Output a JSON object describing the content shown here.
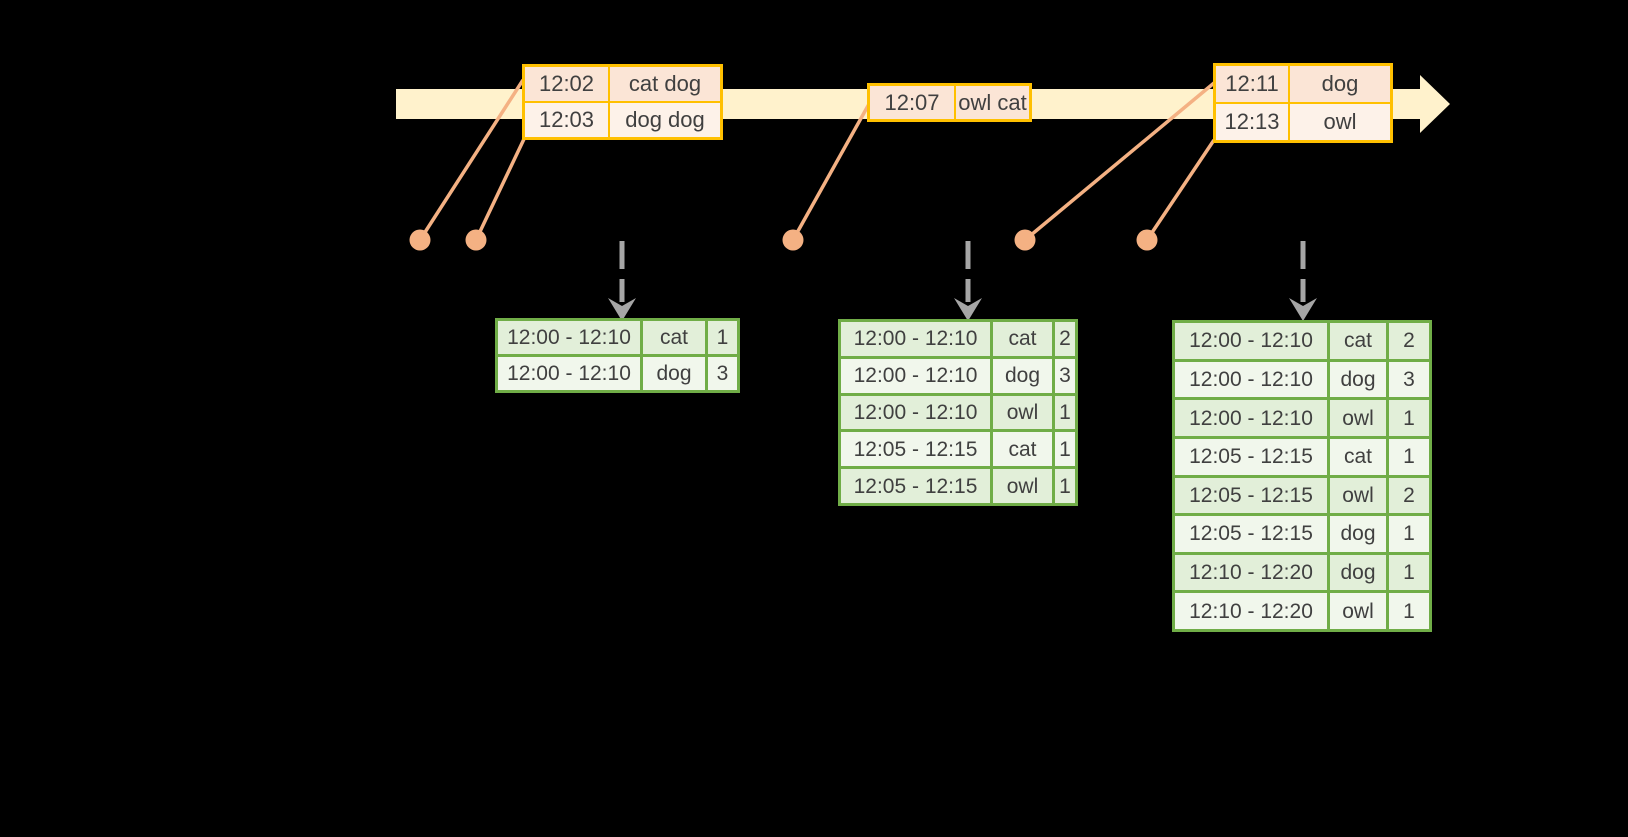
{
  "colors": {
    "background": "#000000",
    "timeline_fill": "#FFF2CC",
    "event_border": "#FFC000",
    "event_row_dark": "#FBE5D6",
    "event_row_light": "#FDF2E9",
    "connector": "#F4B183",
    "result_border": "#70AD47",
    "result_row_dark": "#E2EFD9",
    "result_row_light": "#F1F7EC",
    "trigger_arrow": "#A6A6A6",
    "text": "#404040"
  },
  "timeline": {
    "event_groups": [
      {
        "events": [
          {
            "time": "12:02",
            "words": "cat dog"
          },
          {
            "time": "12:03",
            "words": "dog dog"
          }
        ]
      },
      {
        "events": [
          {
            "time": "12:07",
            "words": "owl cat"
          }
        ]
      },
      {
        "events": [
          {
            "time": "12:11",
            "words": "dog"
          },
          {
            "time": "12:13",
            "words": "owl"
          }
        ]
      }
    ]
  },
  "result_tables": [
    {
      "rows": [
        {
          "window": "12:00 - 12:10",
          "word": "cat",
          "count": "1"
        },
        {
          "window": "12:00 - 12:10",
          "word": "dog",
          "count": "3"
        }
      ]
    },
    {
      "rows": [
        {
          "window": "12:00 - 12:10",
          "word": "cat",
          "count": "2"
        },
        {
          "window": "12:00 - 12:10",
          "word": "dog",
          "count": "3"
        },
        {
          "window": "12:00 - 12:10",
          "word": "owl",
          "count": "1"
        },
        {
          "window": "12:05 - 12:15",
          "word": "cat",
          "count": "1"
        },
        {
          "window": "12:05 - 12:15",
          "word": "owl",
          "count": "1"
        }
      ]
    },
    {
      "rows": [
        {
          "window": "12:00 - 12:10",
          "word": "cat",
          "count": "2"
        },
        {
          "window": "12:00 - 12:10",
          "word": "dog",
          "count": "3"
        },
        {
          "window": "12:00 - 12:10",
          "word": "owl",
          "count": "1"
        },
        {
          "window": "12:05 - 12:15",
          "word": "cat",
          "count": "1"
        },
        {
          "window": "12:05 - 12:15",
          "word": "owl",
          "count": "2"
        },
        {
          "window": "12:05 - 12:15",
          "word": "dog",
          "count": "1"
        },
        {
          "window": "12:10 - 12:20",
          "word": "dog",
          "count": "1"
        },
        {
          "window": "12:10 - 12:20",
          "word": "owl",
          "count": "1"
        }
      ]
    }
  ]
}
